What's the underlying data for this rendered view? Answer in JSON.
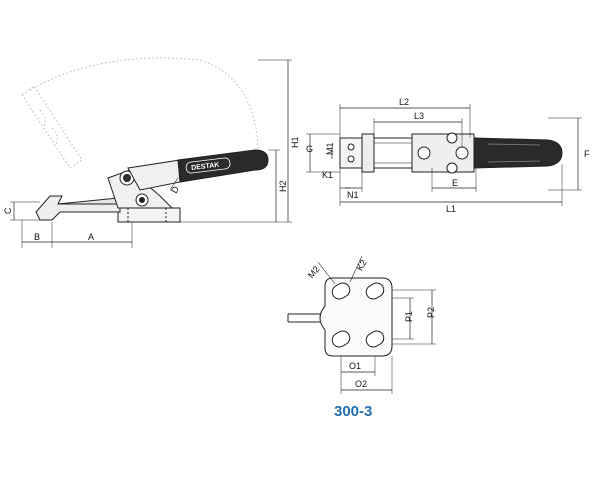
{
  "brand": "DESTAK",
  "model": "300-3",
  "model_color": "#1f6fb0",
  "line_color": "#222222",
  "swing_color": "#b5b5b5",
  "side_view_dims": {
    "h1": "H1",
    "h2": "H2",
    "c": "C",
    "b": "B",
    "a": "A",
    "d": "D"
  },
  "top_view_dims": {
    "l2": "L2",
    "l3": "L3",
    "l1": "L1",
    "g": "G",
    "m1": "M1",
    "k1": "K1",
    "n1": "N1",
    "e": "E",
    "f": "F"
  },
  "base_view_dims": {
    "m2": "M2",
    "k2": "K2",
    "p1": "P1",
    "p2": "P2",
    "o1": "O1",
    "o2": "O2"
  }
}
